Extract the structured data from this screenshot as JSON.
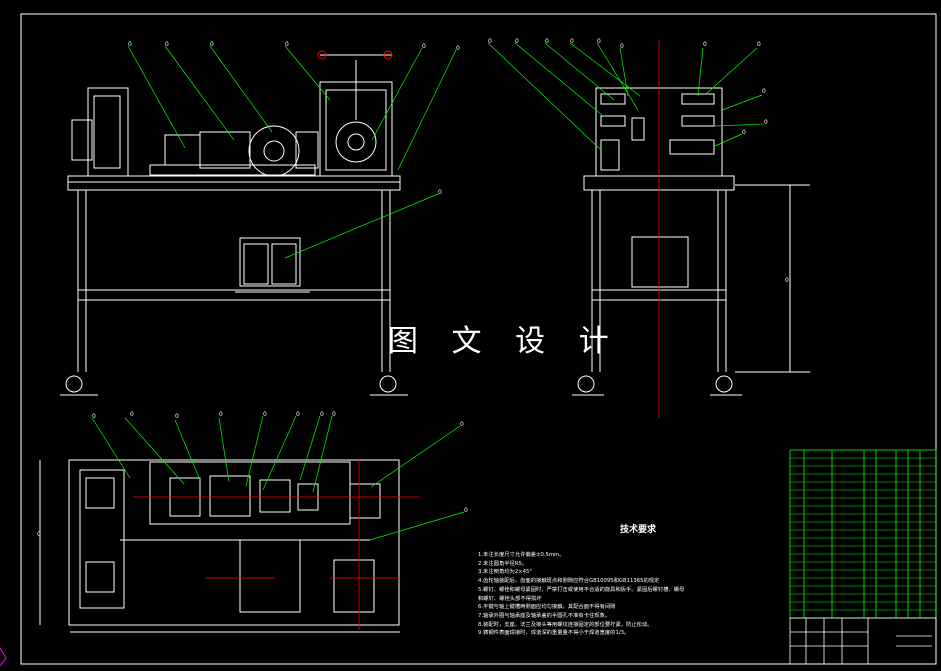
{
  "drawing": {
    "watermark": "图 文 设 计",
    "balloon_marker": "0",
    "technical_requirements": {
      "title": "技术要求",
      "lines": [
        "1.未注长度尺寸允许偏差±0.5mm。",
        "2.未注圆角半径R5。",
        "3.未注倒角均为2×45°",
        "4.齿轮轴装配后，齿面的接触斑点和侧隙应符合GB10095和GB11365的规定",
        "5.螺钉、螺栓和螺母紧固时，严禁打击或使用不合适的旋具和扳手。紧固后螺钉槽、螺母",
        "  和螺钉、螺栓头部不得损坏",
        "6.平键与轴上键槽两侧面应均匀接触，其配合面不得有间隙",
        "7.轴承外圈与轴承座及轴承盖的半圆孔不准有卡住现象。",
        "8.装配时，支座、法兰及接头等用螺纹连接固定的部位要拧紧，防止松动。",
        "9.铸钢件表面焊接时，焊道深的重量量不得小于焊道宽度的1/3。"
      ]
    }
  },
  "colors": {
    "background": "#000000",
    "outline": "#ffffff",
    "leader": "#00ff00",
    "centerline": "#ff0000",
    "accent": "#ff00ff"
  }
}
